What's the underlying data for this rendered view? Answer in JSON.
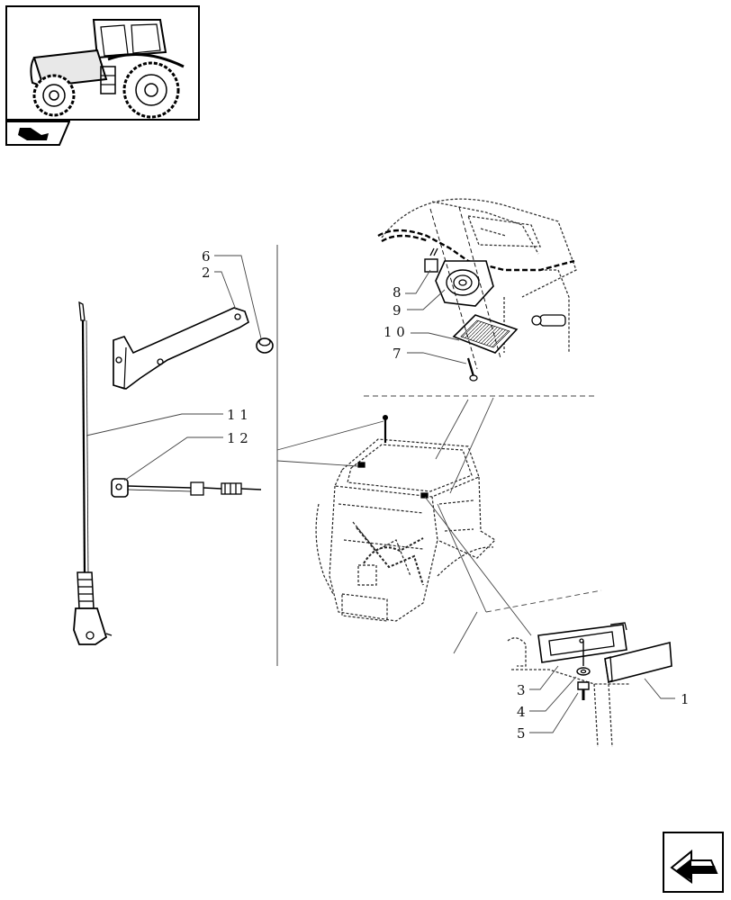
{
  "diagram": {
    "callouts": {
      "c1": "1",
      "c2": "2",
      "c3": "3",
      "c4": "4",
      "c5": "5",
      "c6": "6",
      "c7": "7",
      "c8": "8",
      "c9": "9",
      "c10": "1 0",
      "c11": "1 1",
      "c12": "1 2"
    }
  },
  "icons": {
    "thumbnail": "tractor-thumbnail-icon",
    "section_tab": "section-tab-icon",
    "navigation": "next-page-arrow-icon"
  },
  "colors": {
    "line": "#000000",
    "background": "#ffffff"
  }
}
